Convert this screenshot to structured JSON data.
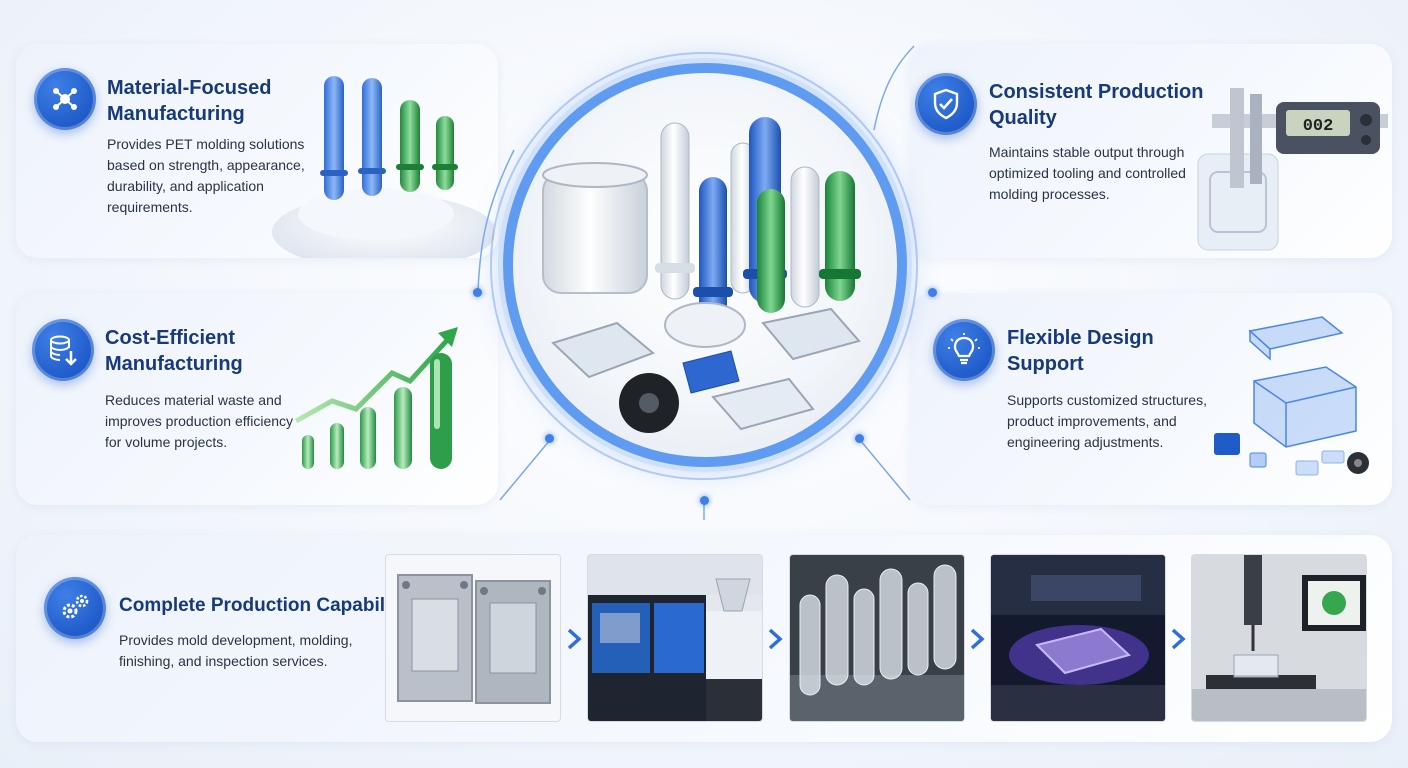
{
  "cards": {
    "material": {
      "title_line1": "Material-Focused",
      "title_line2": "Manufacturing",
      "desc_lines": [
        "Provides PET molding solutions",
        "based on strength, appearance,",
        "durability, and application",
        "requirements."
      ],
      "icon": "molecule-icon"
    },
    "cost": {
      "title_line1": "Cost-Efficient",
      "title_line2": "Manufacturing",
      "desc_lines": [
        "Reduces material waste and",
        "improves production efficiency",
        "for volume projects."
      ],
      "icon": "database-down-icon"
    },
    "quality": {
      "title_line1": "Consistent Production",
      "title_line2": "Quality",
      "desc_lines": [
        "Maintains stable output through",
        "optimized tooling and controlled",
        "molding processes."
      ],
      "icon": "shield-check-icon",
      "caliper_reading": "002"
    },
    "design": {
      "title_line1": "Flexible Design",
      "title_line2": "Support",
      "desc_lines": [
        "Supports customized structures,",
        "product improvements, and",
        "engineering adjustments."
      ],
      "icon": "lightbulb-icon"
    },
    "production": {
      "title": "Complete Production Capability",
      "desc_lines": [
        "Provides mold development, molding,",
        "finishing, and inspection services."
      ],
      "icon": "gears-icon",
      "steps": [
        "mold",
        "injection-machine",
        "preforms",
        "uv-treatment",
        "inspection"
      ]
    }
  },
  "colors": {
    "accent": "#1f5bc9",
    "title": "#163a7a",
    "ring": "#5f9bf0",
    "green": "#2e9e4a"
  }
}
